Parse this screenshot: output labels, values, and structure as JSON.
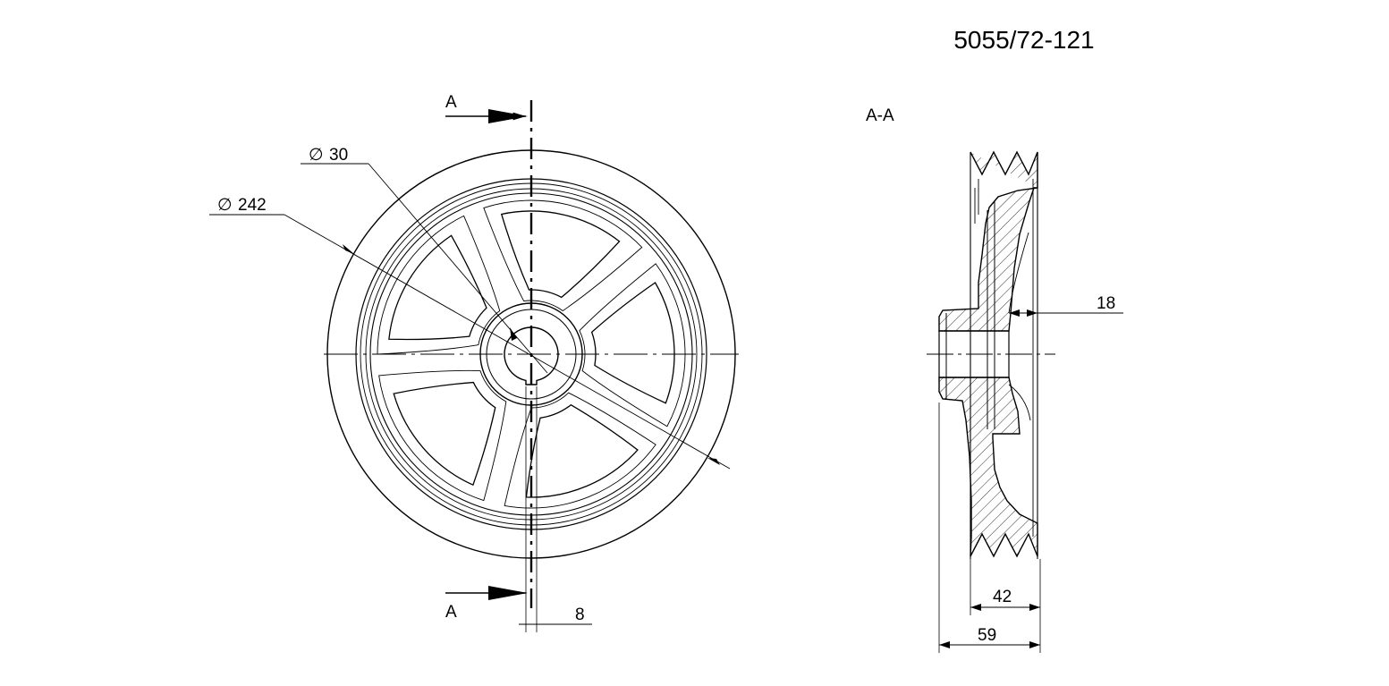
{
  "drawing": {
    "part_number": "5055/72-121",
    "section_marker": "A",
    "section_title": "A-A",
    "dimensions": {
      "bore_diameter": "30",
      "outer_diameter": "242",
      "keyway_offset": "8",
      "rim_depth": "18",
      "groove_width": "42",
      "overall_width": "59"
    },
    "symbols": {
      "diameter": "∅"
    },
    "colors": {
      "line": "#000000",
      "paper": "#ffffff"
    }
  }
}
